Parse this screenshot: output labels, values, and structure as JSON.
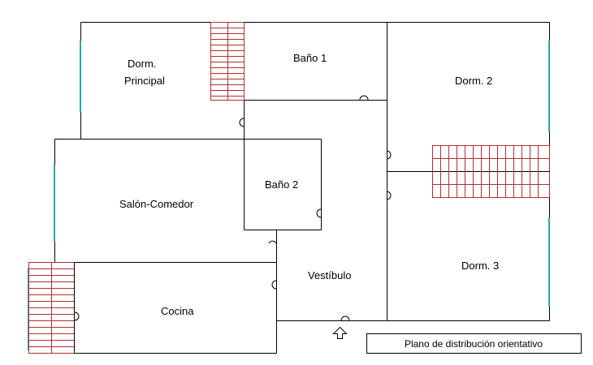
{
  "plan": {
    "rooms": {
      "dorm_principal": [
        "Dorm.",
        "Principal"
      ],
      "bano1": "Baño 1",
      "dorm2": "Dorm. 2",
      "bano2": "Baño 2",
      "salon": "Salón-Comedor",
      "vestibulo": "Vestíbulo",
      "dorm3": "Dorm. 3",
      "cocina": "Cocina"
    },
    "caption": "Plano de distribución orientativo",
    "colors": {
      "wall": "#000000",
      "window": "#2aa8a8",
      "stair": "#b03030",
      "stair_fill": "#ffffff"
    },
    "entrance_icon": "arrow-up-outline-icon"
  }
}
